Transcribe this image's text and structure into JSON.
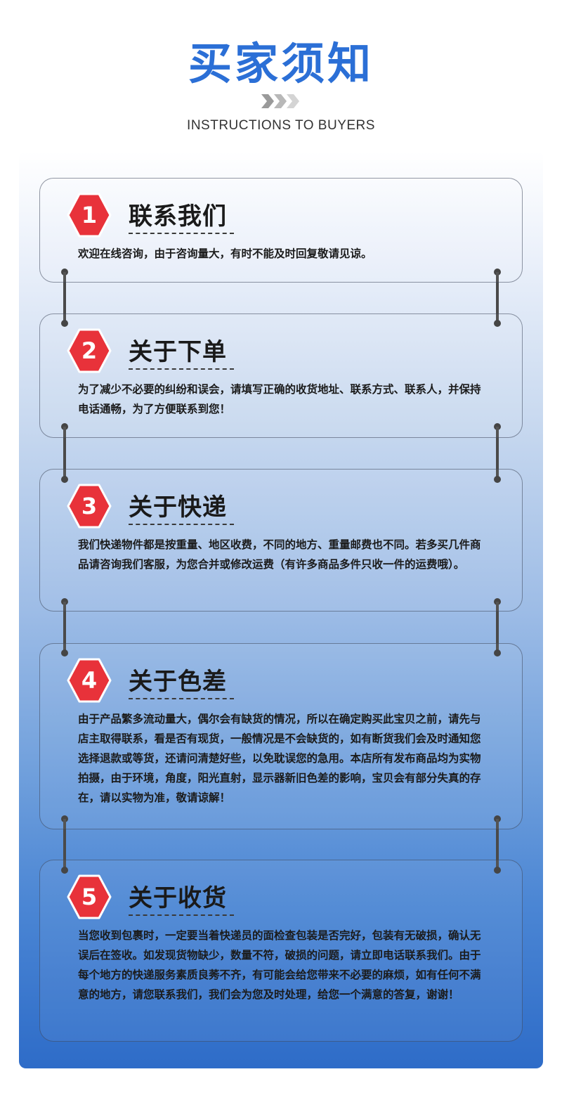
{
  "header": {
    "title": "买家须知",
    "subtitle": "INSTRUCTIONS TO BUYERS"
  },
  "theme": {
    "title_color": "#2b6fd6",
    "badge_color": "#e8323a",
    "panel_bottom_color": "#2e6cc8"
  },
  "sections": [
    {
      "number": "1",
      "title": "联系我们",
      "text": "欢迎在线咨询，由于咨询量大，有时不能及时回复敬请见谅。"
    },
    {
      "number": "2",
      "title": "关于下单",
      "text": "为了减少不必要的纠纷和误会，请填写正确的收货地址、联系方式、联系人，并保持电话通畅，为了方便联系到您！"
    },
    {
      "number": "3",
      "title": "关于快递",
      "text": "我们快递物件都是按重量、地区收费，不同的地方、重量邮费也不同。若多买几件商品请咨询我们客服，为您合并或修改运费（有许多商品多件只收一件的运费哦）。"
    },
    {
      "number": "4",
      "title": "关于色差",
      "text": "由于产品繁多流动量大，偶尔会有缺货的情况，所以在确定购买此宝贝之前，请先与店主取得联系，看是否有现货，一般情况是不会缺货的，如有断货我们会及时通知您选择退款或等货，还请问清楚好些，以免耽误您的急用。本店所有发布商品均为实物拍摄，由于环境，角度，阳光直射，显示器新旧色差的影响，宝贝会有部分失真的存在，请以实物为准，敬请谅解！"
    },
    {
      "number": "5",
      "title": "关于收货",
      "text": "当您收到包裹时，一定要当着快递员的面检查包装是否完好，包装有无破损，确认无误后在签收。如发现货物缺少，数量不符，破损的问题，请立即电话联系我们。由于每个地方的快递服务素质良莠不齐，有可能会给您带来不必要的麻烦，如有任何不满意的地方，请您联系我们，我们会为您及时处理，给您一个满意的答复，谢谢！"
    }
  ]
}
